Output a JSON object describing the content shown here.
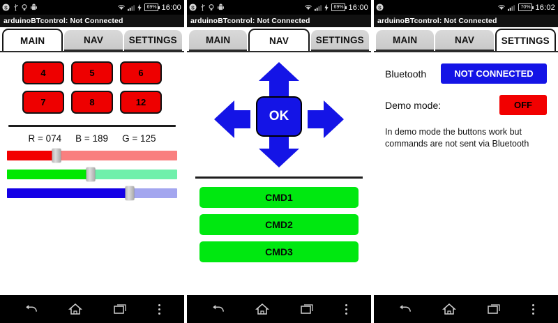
{
  "panels": [
    {
      "status": {
        "clock": "16:00",
        "battery": "69%",
        "icons": [
          "skype-icon",
          "usb-icon",
          "bulb-icon",
          "android-icon",
          "wifi-icon",
          "signal-icon",
          "charging-icon"
        ]
      },
      "title": "arduinoBTcontrol: Not Connected",
      "tabs": [
        {
          "label": "MAIN",
          "active": true
        },
        {
          "label": "NAV",
          "active": false
        },
        {
          "label": "SETTINGS",
          "active": false
        }
      ],
      "main": {
        "buttons": [
          "4",
          "5",
          "6",
          "7",
          "8",
          "12"
        ],
        "rgb_labels": [
          "R = 074",
          "B = 189",
          "G = 125"
        ],
        "sliders": [
          {
            "name": "red",
            "value": 74,
            "percent": 29,
            "fill_color": "#f20000",
            "track_color": "#f97f7f"
          },
          {
            "name": "green",
            "value": 125,
            "percent": 49,
            "fill_color": "#00e800",
            "track_color": "#6ff0ab"
          },
          {
            "name": "blue",
            "value": 189,
            "percent": 72,
            "fill_color": "#1400e6",
            "track_color": "#a3a6ef"
          }
        ]
      }
    },
    {
      "status": {
        "clock": "16:00",
        "battery": "69%"
      },
      "title": "arduinoBTcontrol: Not Connected",
      "tabs": [
        {
          "label": "MAIN",
          "active": false
        },
        {
          "label": "NAV",
          "active": true
        },
        {
          "label": "SETTINGS",
          "active": false
        }
      ],
      "nav": {
        "ok_label": "OK",
        "arrows": [
          "up-arrow",
          "down-arrow",
          "left-arrow",
          "right-arrow"
        ],
        "commands": [
          "CMD1",
          "CMD2",
          "CMD3"
        ],
        "accent_color": "#1414e6",
        "command_color": "#00e810"
      }
    },
    {
      "status": {
        "clock": "16:02",
        "battery": "70%"
      },
      "title": "arduinoBTcontrol: Not Connected",
      "tabs": [
        {
          "label": "MAIN",
          "active": false
        },
        {
          "label": "NAV",
          "active": false
        },
        {
          "label": "SETTINGS",
          "active": true
        }
      ],
      "settings": {
        "bluetooth_label": "Bluetooth",
        "bluetooth_status": "NOT CONNECTED",
        "bluetooth_color": "#1414e6",
        "demo_label": "Demo mode:",
        "demo_status": "OFF",
        "demo_color": "#f20000",
        "help_text": "In demo mode the buttons work but commands are not sent via Bluetooth"
      }
    }
  ],
  "navbar": {
    "items": [
      "back-icon",
      "home-icon",
      "recents-icon",
      "overflow-menu-icon"
    ]
  }
}
